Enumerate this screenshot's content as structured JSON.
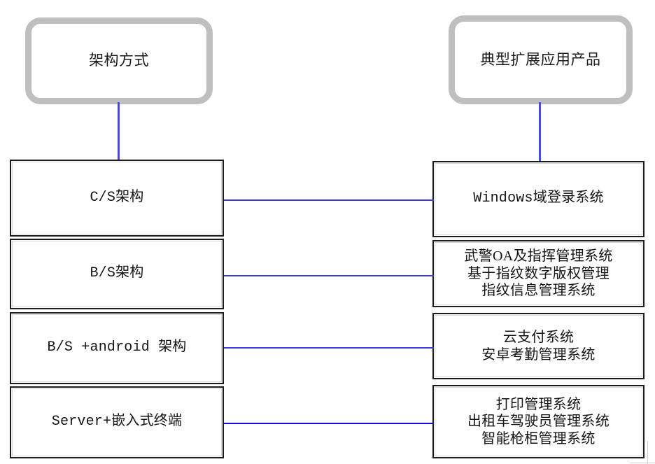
{
  "diagram": {
    "title_left": "架构方式",
    "title_right": "典型扩展应用产品",
    "accent_line_color": "#3a3ae0",
    "header_border_color": "#bfbfbf",
    "box_border_color": "#1c1c1c",
    "background_color": "#ffffff"
  },
  "headers": [
    {
      "id": "architecture-method",
      "label": "架构方式"
    },
    {
      "id": "typical-products",
      "label": "典型扩展应用产品"
    }
  ],
  "architectures": [
    {
      "id": "cs",
      "label": "C/S架构"
    },
    {
      "id": "bs",
      "label": "B/S架构"
    },
    {
      "id": "bs-android",
      "label": "B/S +android 架构"
    },
    {
      "id": "server-embedded",
      "label": "Server+嵌入式终端"
    }
  ],
  "products": [
    {
      "id": "windows-domain-login",
      "lines": [
        "Windows域登录系统"
      ],
      "text": "Windows域登录系统"
    },
    {
      "id": "armed-police-oa",
      "lines": [
        "武警OA及指挥管理系统",
        "基于指纹数字版权管理",
        "指纹信息管理系统"
      ],
      "text": "武警OA及指挥管理系统\n基于指纹数字版权管理\n指纹信息管理系统"
    },
    {
      "id": "cloud-payment",
      "lines": [
        "云支付系统",
        "安卓考勤管理系统"
      ],
      "text": "云支付系统\n安卓考勤管理系统"
    },
    {
      "id": "print-management",
      "lines": [
        "打印管理系统",
        "出租车驾驶员管理系统",
        "智能枪柜管理系统"
      ],
      "text": "打印管理系统\n出租车驾驶员管理系统\n智能枪柜管理系统"
    }
  ]
}
